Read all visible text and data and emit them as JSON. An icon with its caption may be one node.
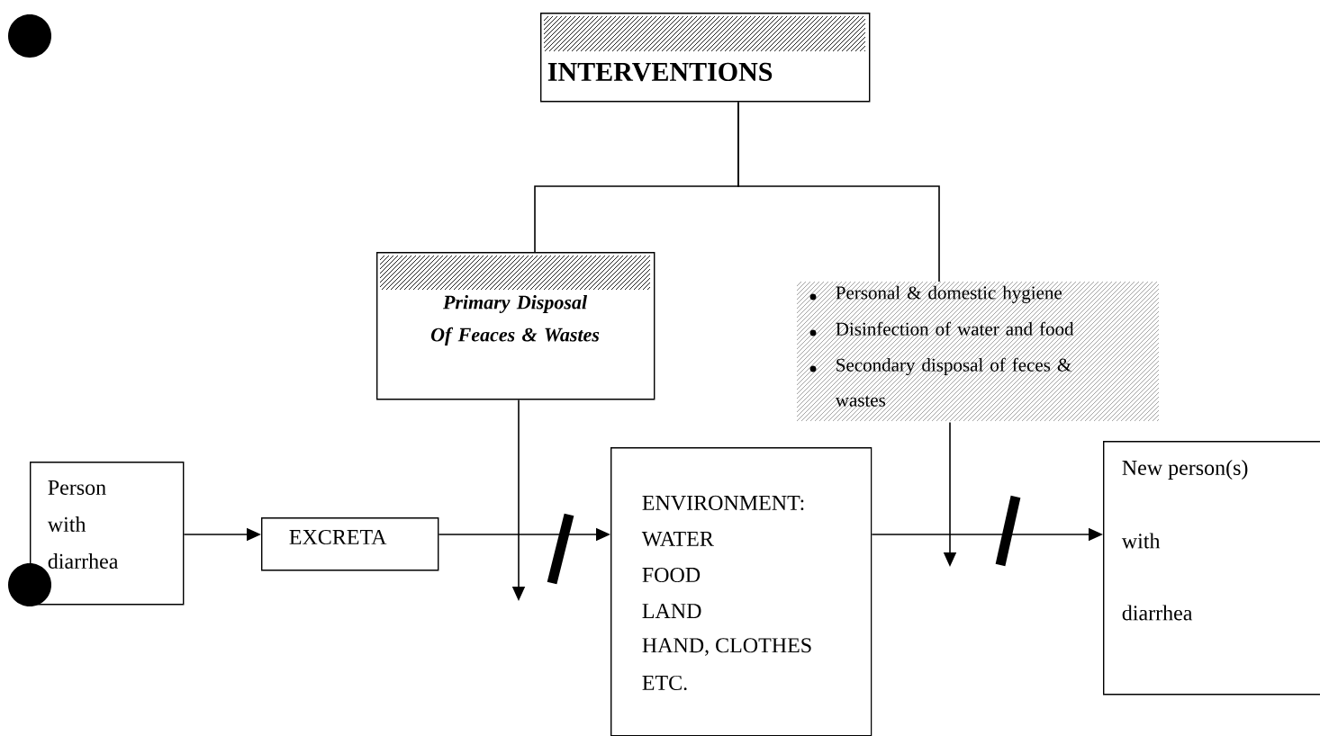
{
  "diagram": {
    "nodes": [
      {
        "text": [
          "INTERVENTIONS"
        ]
      },
      {
        "text": [
          "Primary Disposal Of Feaces & Wastes"
        ]
      },
      {
        "text": [
          "Personal & domestic hygiene",
          "Disinfection of water and food",
          "Secondary disposal of feces & wastes"
        ]
      },
      {
        "text": [
          "Person with diarrhea"
        ]
      },
      {
        "text": [
          "EXCRETA"
        ]
      },
      {
        "text": [
          "ENVIRONMENT:",
          "WATER",
          "FOOD",
          "LAND",
          "HAND, CLOTHES",
          "ETC."
        ]
      },
      {
        "text": [
          "New person(s)",
          "with",
          "diarrhea"
        ]
      }
    ],
    "edges": [
      {
        "from": 0,
        "to": 1,
        "arrow": "none"
      },
      {
        "from": 0,
        "to": 2,
        "arrow": "none"
      },
      {
        "from": 3,
        "to": 4,
        "arrow": "to"
      },
      {
        "from": 4,
        "to": 5,
        "arrow": "to"
      },
      {
        "from": 5,
        "to": 6,
        "arrow": "to"
      },
      {
        "from": 1,
        "to": null,
        "arrow": "to"
      },
      {
        "from": 2,
        "to": null,
        "arrow": "to"
      }
    ]
  }
}
